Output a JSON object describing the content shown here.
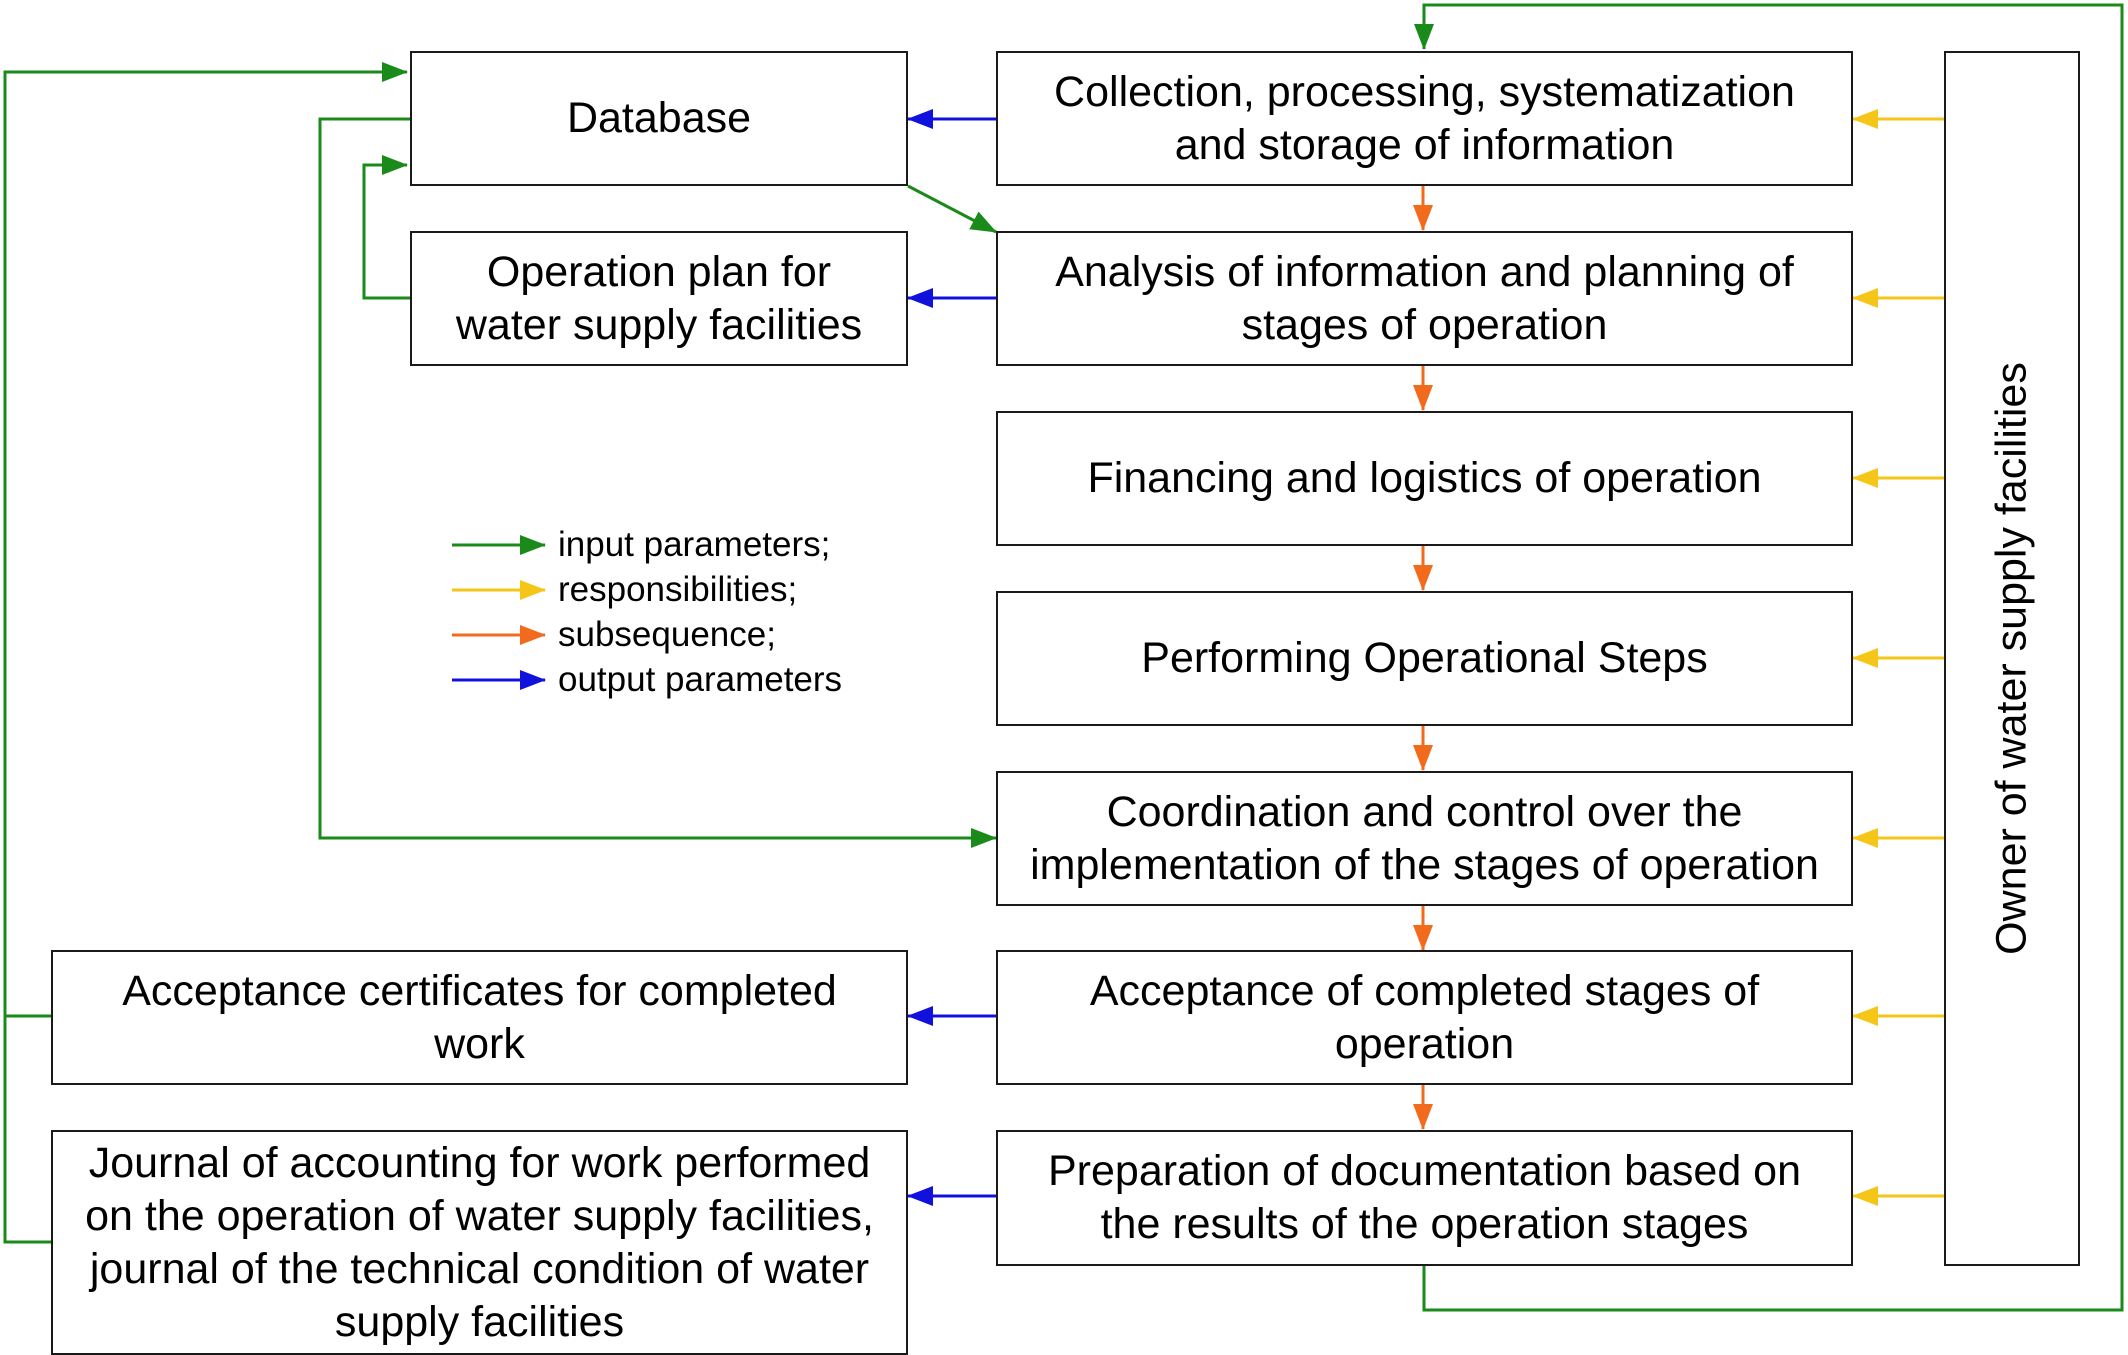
{
  "boxes": {
    "database": "Database",
    "operation_plan": "Operation plan for\nwater supply facilities",
    "collection": "Collection, processing, systematization\nand storage of information",
    "analysis": "Analysis of information and planning of\nstages of operation",
    "financing": "Financing and logistics of operation",
    "performing": "Performing Operational Steps",
    "coordination": "Coordination and control over the\nimplementation of the stages of operation",
    "acceptance": "Acceptance of completed stages of\noperation",
    "preparation": "Preparation of documentation based on\nthe results of the operation stages",
    "certificates": "Acceptance certificates for completed\nwork",
    "journal": "Journal of accounting for work performed\non the operation of water supply facilities,\njournal of the technical condition of water\nsupply facilities",
    "owner": "Owner of water supply facilities"
  },
  "legend": [
    {
      "label": "input parameters;",
      "color": "#1a8a1a"
    },
    {
      "label": "responsibilities;",
      "color": "#f5c518"
    },
    {
      "label": "subsequence;",
      "color": "#f26b1d"
    },
    {
      "label": "output parameters",
      "color": "#1111dd"
    }
  ],
  "colors": {
    "input": "#1a8a1a",
    "responsibility": "#f5c518",
    "subsequence": "#f26b1d",
    "output": "#1111dd",
    "border": "#1a1a1a"
  }
}
